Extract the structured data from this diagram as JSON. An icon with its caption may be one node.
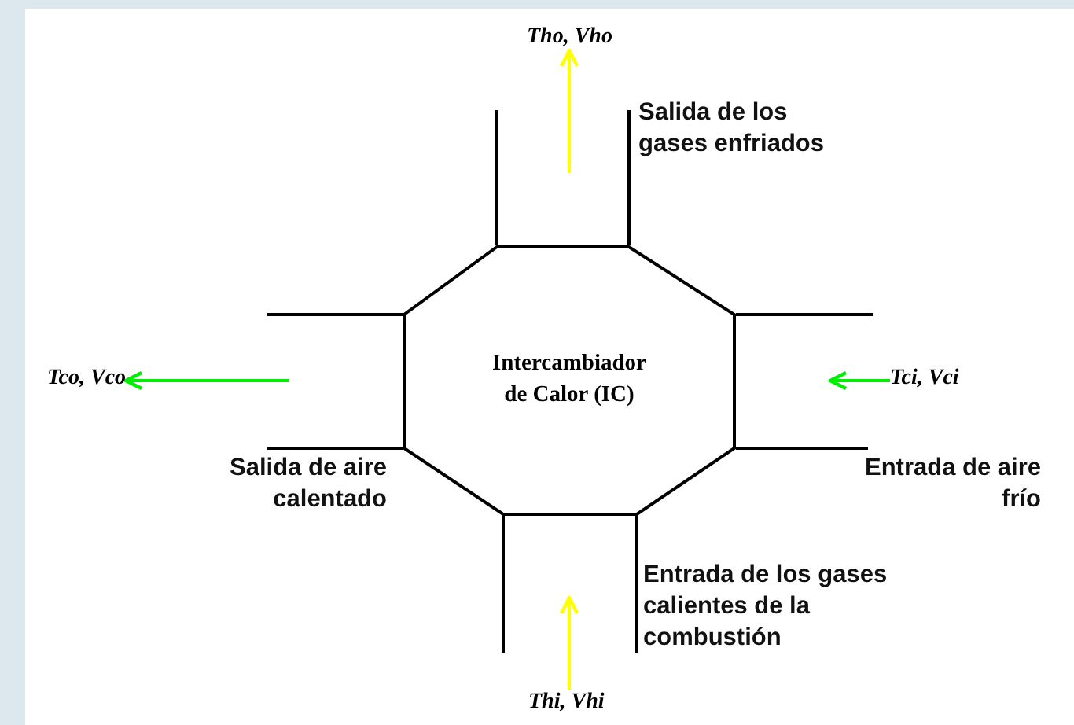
{
  "diagram": {
    "nodes": [
      {
        "text": [
          "Intercambiador de Calor (IC)"
        ]
      },
      {
        "text": [
          "Tho, Vho"
        ]
      },
      {
        "text": [
          "Tco, Vco"
        ]
      },
      {
        "text": [
          "Tci, Vci"
        ]
      },
      {
        "text": [
          "Thi, Vhi"
        ]
      }
    ],
    "edges": [
      {
        "from": null,
        "to": 1,
        "arrow": "to",
        "color": "#ffff00"
      },
      {
        "from": null,
        "to": 2,
        "arrow": "to",
        "color": "#00ee00"
      },
      {
        "from": 3,
        "to": null,
        "arrow": "to",
        "color": "#00ee00"
      },
      {
        "from": 4,
        "to": null,
        "arrow": "to",
        "color": "#ffff00"
      }
    ],
    "labels": [
      "Salida de los gases enfriados",
      "Salida de aire calentado",
      "Entrada de aire frío",
      "Entrada de los gases calientes de la combustión"
    ]
  }
}
